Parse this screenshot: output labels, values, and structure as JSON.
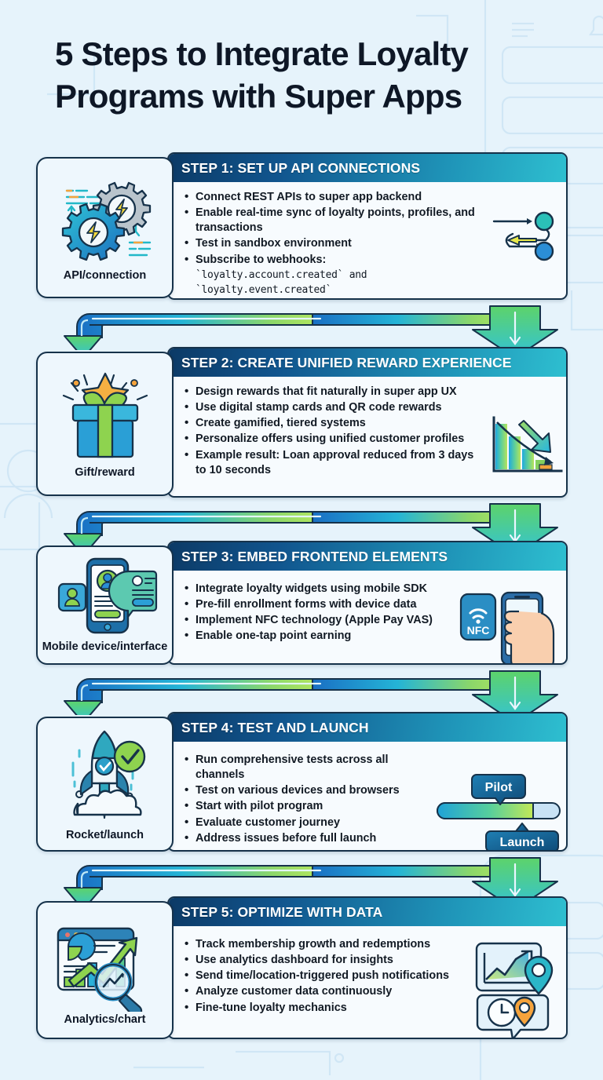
{
  "title": "5 Steps to Integrate Loyalty Programs with Super Apps",
  "theme": {
    "background": "#e6f3fb",
    "header_gradient_start": "#0c3a66",
    "header_gradient_end": "#2ebfd0",
    "connector_gradient_start": "#1a6fc4",
    "connector_gradient_end": "#a8e05a",
    "border": "#16324a",
    "text": "#0e1726",
    "card_bg": "#f7fbfe",
    "icon_card_bg": "#eef7fd",
    "accent_orange": "#f5a33c",
    "accent_green": "#8ed34f"
  },
  "steps": [
    {
      "header": "STEP 1: SET UP API CONNECTIONS",
      "icon_name": "api-connection-icon",
      "icon_caption": "API/connection",
      "art_name": "api-flow-arrows-art",
      "bullets": [
        {
          "text": "Connect REST APIs to super app backend"
        },
        {
          "text": "Enable real-time sync of loyalty points, profiles, and transactions"
        },
        {
          "text": "Test in sandbox environment"
        },
        {
          "text": "Subscribe to webhooks:",
          "code_line": "`loyalty.account.created` and `loyalty.event.created`"
        }
      ]
    },
    {
      "header": "STEP 2: CREATE UNIFIED REWARD EXPERIENCE",
      "icon_name": "gift-reward-icon",
      "icon_caption": "Gift/reward",
      "art_name": "declining-bar-chart-art",
      "bullets": [
        {
          "text": "Design rewards that fit naturally in super app UX"
        },
        {
          "text": "Use digital stamp cards and QR code rewards"
        },
        {
          "text": "Create gamified, tiered systems"
        },
        {
          "text": "Personalize offers using unified customer profiles"
        },
        {
          "text": "Example result: Loan approval reduced from 3 days to 10 seconds"
        }
      ]
    },
    {
      "header": "STEP 3: EMBED FRONTEND ELEMENTS",
      "icon_name": "mobile-device-interface-icon",
      "icon_caption": "Mobile device/interface",
      "art_name": "nfc-phone-tap-art",
      "art_label": "NFC",
      "bullets": [
        {
          "text": "Integrate loyalty widgets using mobile SDK"
        },
        {
          "text": "Pre-fill enrollment forms with device data"
        },
        {
          "text": "Implement NFC technology (Apple Pay VAS)"
        },
        {
          "text": "Enable one-tap point earning"
        }
      ]
    },
    {
      "header": "STEP 4: TEST AND LAUNCH",
      "icon_name": "rocket-launch-icon",
      "icon_caption": "Rocket/launch",
      "art_name": "pilot-launch-progress-art",
      "art_badges": {
        "top": "Pilot",
        "bottom": "Launch",
        "progress_percent": 80
      },
      "bullets": [
        {
          "text": "Run comprehensive tests across all channels"
        },
        {
          "text": "Test on various devices and browsers"
        },
        {
          "text": "Start with pilot program"
        },
        {
          "text": "Evaluate customer journey"
        },
        {
          "text": "Address issues before full launch"
        }
      ]
    },
    {
      "header": "STEP 5: OPTIMIZE WITH DATA",
      "icon_name": "analytics-chart-icon",
      "icon_caption": "Analytics/chart",
      "art_name": "dashboard-location-clock-art",
      "bullets": [
        {
          "text": "Track membership growth and redemptions"
        },
        {
          "text": "Use analytics dashboard for insights"
        },
        {
          "text": "Send time/location-triggered push notifications"
        },
        {
          "text": "Analyze customer data continuously"
        },
        {
          "text": "Fine-tune loyalty mechanics"
        }
      ]
    }
  ],
  "connectors": [
    {
      "name": "connector-step1-to-step2"
    },
    {
      "name": "connector-step2-to-step3"
    },
    {
      "name": "connector-step3-to-step4"
    },
    {
      "name": "connector-step4-to-step5"
    }
  ]
}
